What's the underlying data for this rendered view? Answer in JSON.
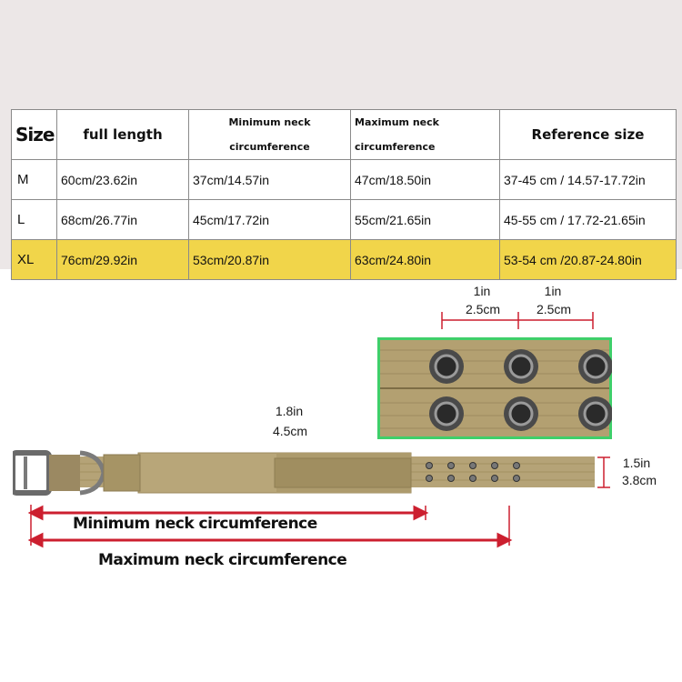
{
  "table": {
    "headers": [
      "Size",
      "full length",
      "Minimum neck circumference",
      "Maximum neck circumference",
      "Reference size"
    ],
    "rows": [
      [
        "M",
        "60cm/23.62in",
        "37cm/14.57in",
        "47cm/18.50in",
        "37-45 cm / 14.57-17.72in"
      ],
      [
        "L",
        "68cm/26.77in",
        "45cm/17.72in",
        "55cm/21.65in",
        "45-55 cm / 17.72-21.65in"
      ],
      [
        "XL",
        "76cm/29.92in",
        "53cm/20.87in",
        "63cm/24.80in",
        "53-54 cm /20.87-24.80in"
      ]
    ],
    "highlight_color": "#f1d54a"
  },
  "diagram": {
    "spacing": [
      {
        "in": "1in",
        "cm": "2.5cm"
      },
      {
        "in": "1in",
        "cm": "2.5cm"
      }
    ],
    "pad_width": {
      "in": "1.8in",
      "cm": "4.5cm"
    },
    "collar_width": {
      "in": "1.5in",
      "cm": "3.8cm"
    },
    "min_label": "Minimum neck circumference",
    "max_label": "Maximum neck circumference",
    "arrow_color": "#cc1f2f",
    "collar_color": "#b5a377",
    "inset_border_color": "#3fcf6a"
  }
}
